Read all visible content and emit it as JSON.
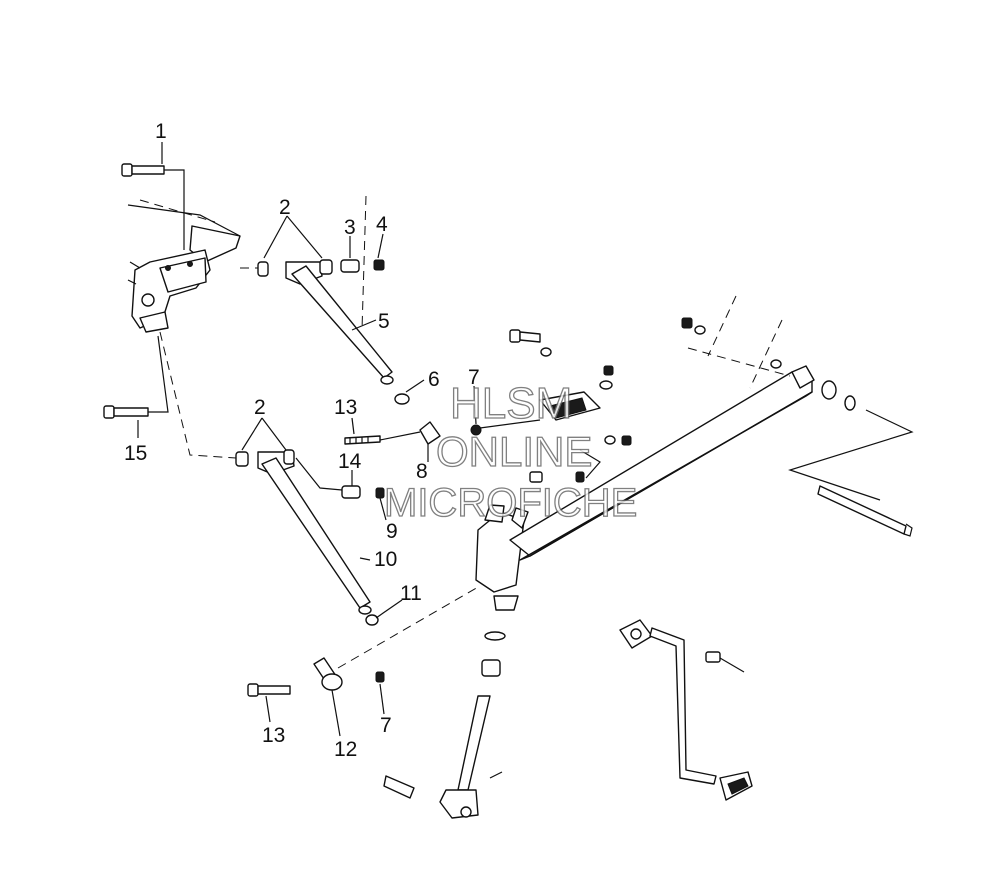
{
  "diagram": {
    "callouts": {
      "c1": "1",
      "c2a": "2",
      "c2b": "2",
      "c3": "3",
      "c4": "4",
      "c5": "5",
      "c6": "6",
      "c7a": "7",
      "c7b": "7",
      "c8": "8",
      "c9": "9",
      "c10": "10",
      "c11": "11",
      "c12": "12",
      "c13a": "13",
      "c13b": "13",
      "c14": "14",
      "c15": "15"
    },
    "watermark": {
      "line1": "HLSM",
      "line2": "ONLINE",
      "line3": "MICROFICHE"
    }
  }
}
